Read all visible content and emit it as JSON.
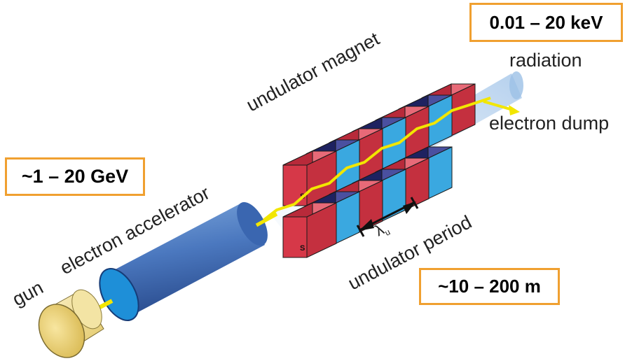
{
  "labels": {
    "gun": "gun",
    "accelerator": "electron accelerator",
    "undulator_magnet": "undulator magnet",
    "radiation": "radiation",
    "electron_dump": "electron dump",
    "undulator_period": "undulator period",
    "lambda_u": "λ",
    "lambda_u_sub": "u"
  },
  "callouts": {
    "photon_energy": "0.01 – 20 keV",
    "electron_energy": "~1 – 20 GeV",
    "length": "~10 – 200 m"
  },
  "magnet_poles": {
    "south": "S",
    "north": "N"
  },
  "colors": {
    "callout_border": "#f0a030",
    "magnet_red": "#d63848",
    "magnet_navy": "#2a2f7a",
    "magnet_blue": "#3aa8e0",
    "electron_beam": "#f2e600",
    "radiation_beam": "#b8d4ee",
    "accelerator_blue": "#3f6fb8",
    "gun_yellow": "#f0dc8c"
  }
}
